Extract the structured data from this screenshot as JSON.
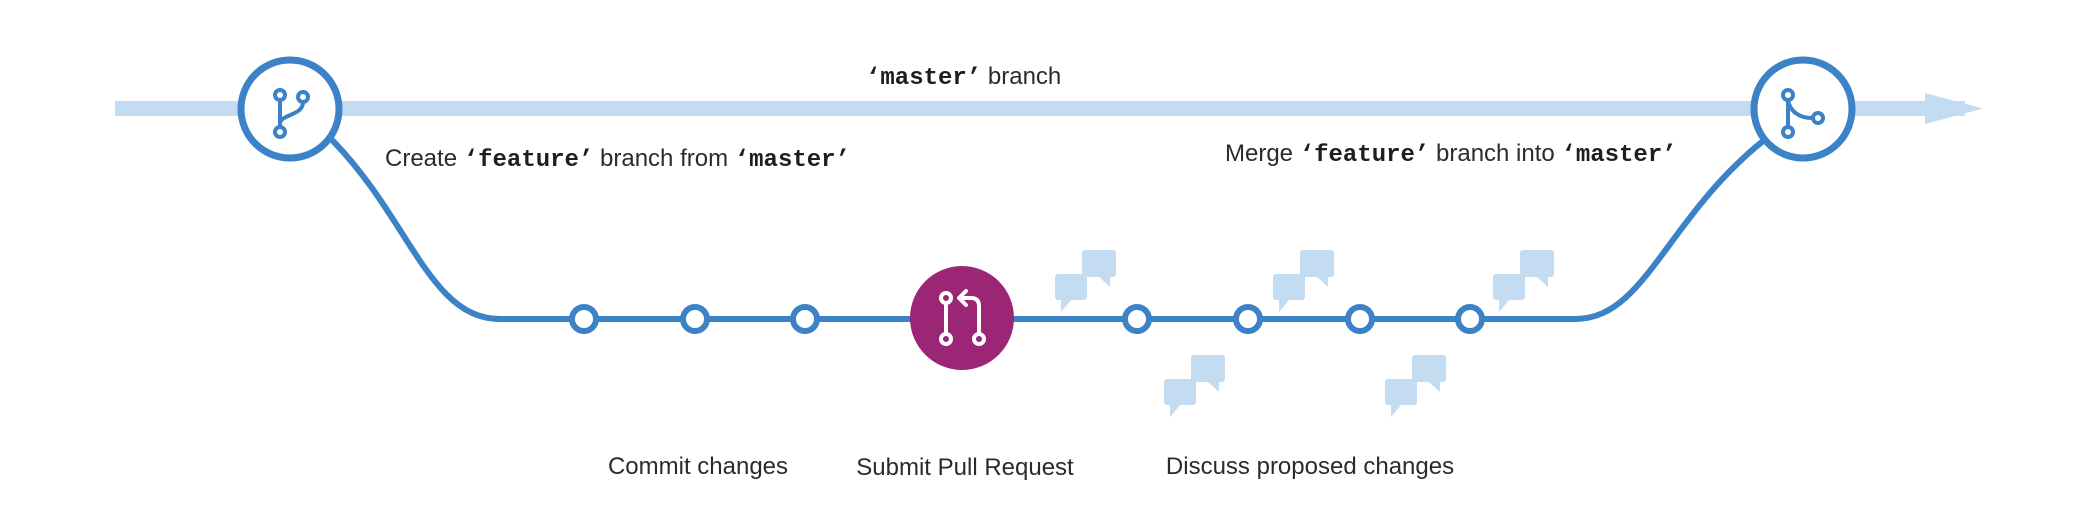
{
  "master_branch": {
    "code": "‘master’",
    "text": "branch"
  },
  "create_feature": {
    "prefix": "Create",
    "feature": "‘feature’",
    "middle": "branch from",
    "master": "‘master’"
  },
  "merge_feature": {
    "prefix": "Merge",
    "feature": "‘feature’",
    "middle": "branch into",
    "master": "‘master’"
  },
  "steps": {
    "commit": "Commit changes",
    "pull_request": "Submit Pull Request",
    "discuss": "Discuss proposed changes"
  },
  "colors": {
    "master_line": "#c4dcf1",
    "feature_line": "#3b82c6",
    "pull_request": "#9b2675",
    "comment_bubble": "#c4dcf1"
  },
  "icons": {
    "branch_start": "git-branch-icon",
    "merge_end": "git-merge-icon",
    "pull_request": "git-pull-request-icon",
    "comment": "comment-bubbles-icon"
  }
}
